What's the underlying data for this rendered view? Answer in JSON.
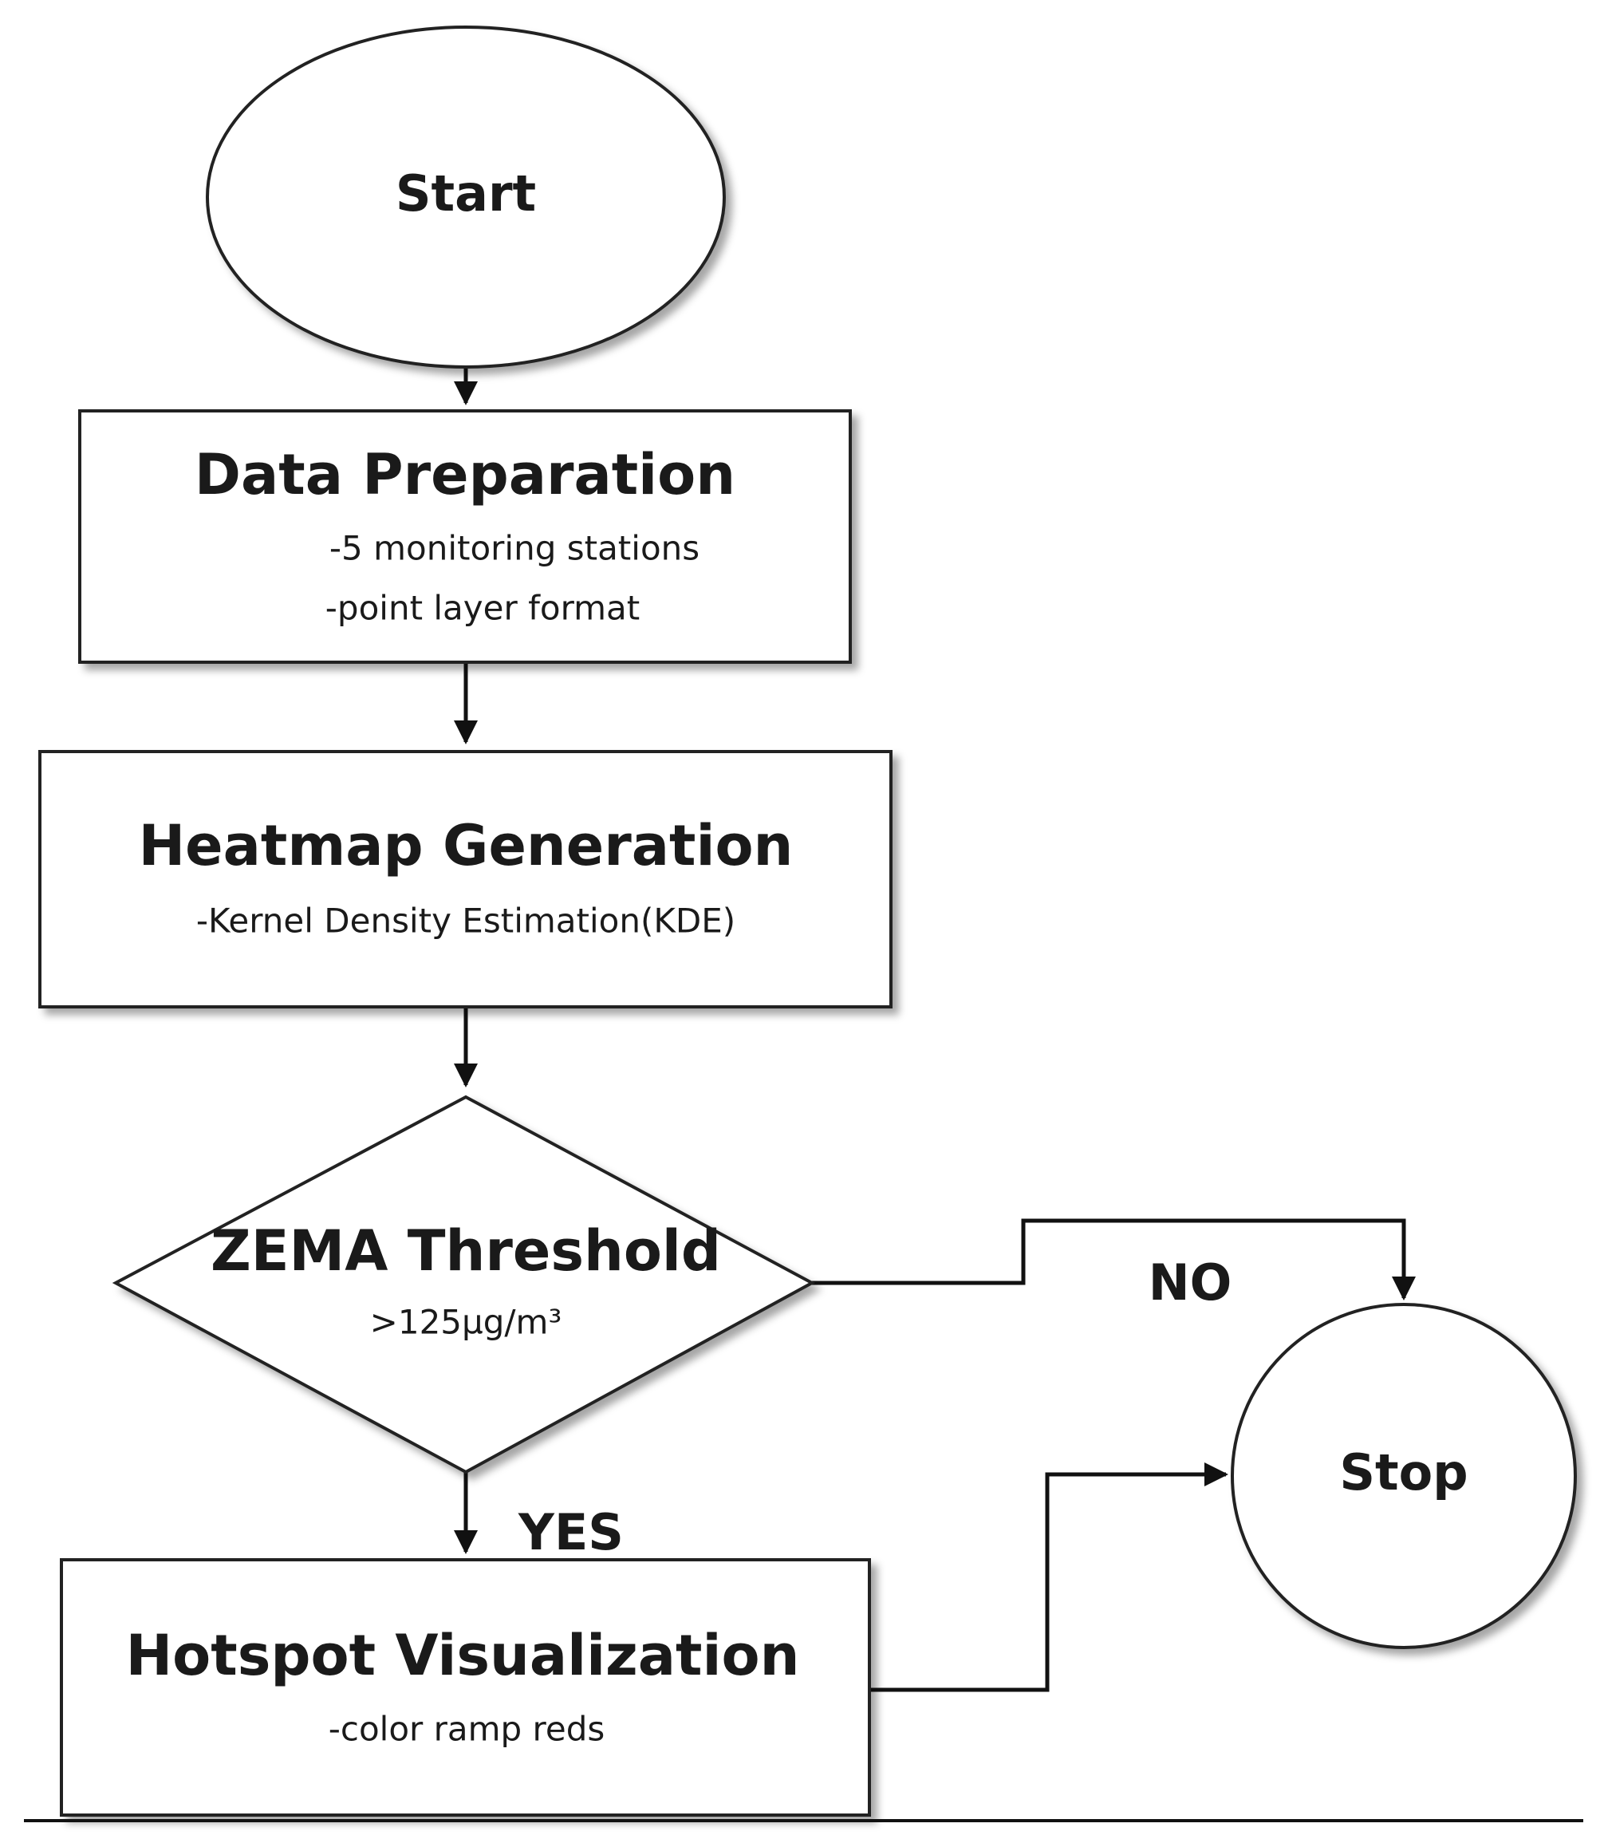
{
  "nodes": {
    "start": {
      "label": "Start"
    },
    "data_prep": {
      "title": "Data Preparation",
      "lines": [
        "-5 monitoring stations",
        "-point layer format"
      ]
    },
    "heatmap": {
      "title": "Heatmap Generation",
      "lines": [
        "-Kernel Density Estimation(KDE)"
      ]
    },
    "threshold": {
      "title": "ZEMA Threshold",
      "condition": ">125µg/m³"
    },
    "hotspot": {
      "title": "Hotspot Visualization",
      "lines": [
        "-color ramp reds"
      ]
    },
    "stop": {
      "label": "Stop"
    }
  },
  "edges": {
    "no_label": "NO",
    "yes_label": "YES"
  }
}
